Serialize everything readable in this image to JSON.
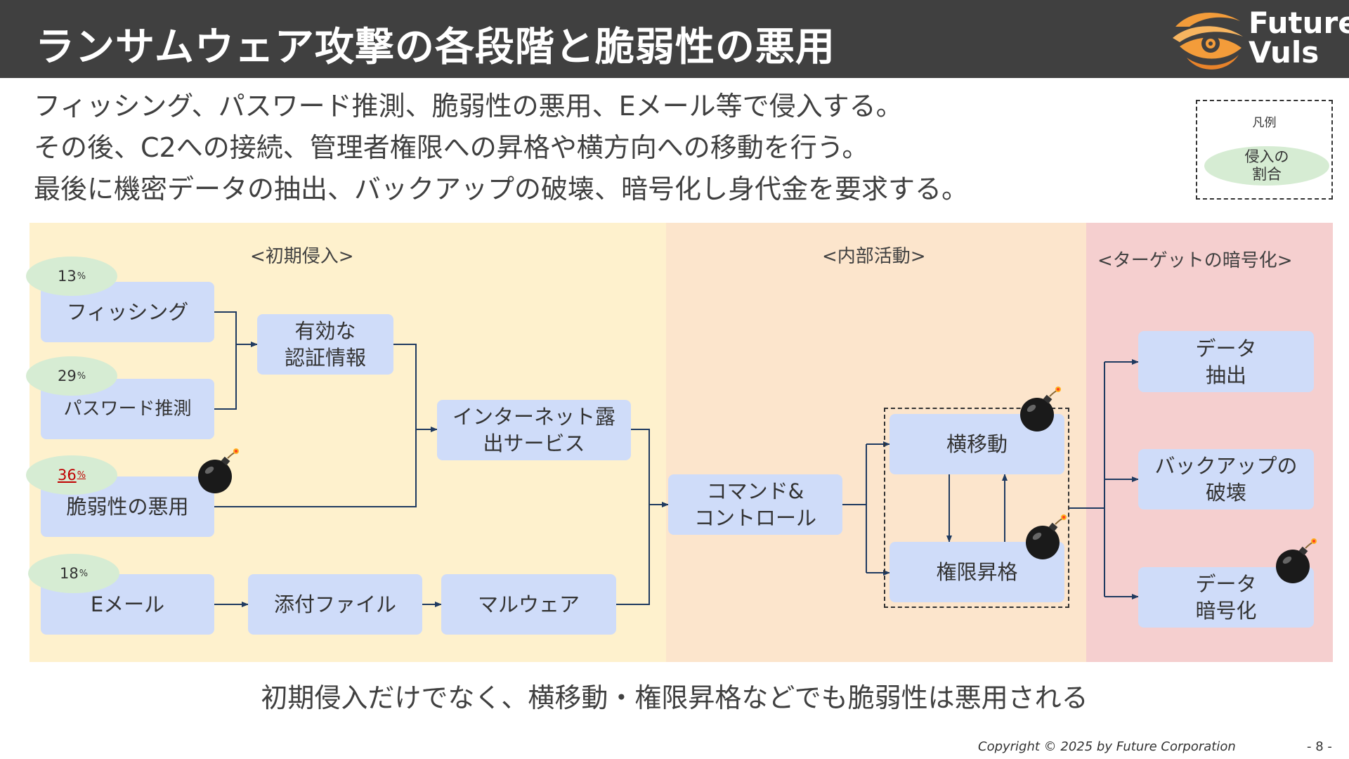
{
  "header": {
    "title": "ランサムウェア攻撃の各段階と脆弱性の悪用",
    "logo_line1": "Future",
    "logo_line2": "Vuls"
  },
  "intro": [
    "フィッシング、パスワード推測、脆弱性の悪用、Eメール等で侵入する。",
    "その後、C2への接続、管理者権限への昇格や横方向への移動を行う。",
    "最後に機密データの抽出、バックアップの破壊、暗号化し身代金を要求する。"
  ],
  "legend": {
    "title": "凡例",
    "label": "侵入の\n割合"
  },
  "sections": {
    "initial": "<初期侵入>",
    "internal": "<内部活動>",
    "target": "<ターゲットの暗号化>"
  },
  "nodes": {
    "phishing": "フィッシング",
    "password": "パスワード推測",
    "vuln": "脆弱性の悪用",
    "email": "Eメール",
    "credentials": "有効な\n認証情報",
    "internet": "インターネット露\n出サービス",
    "attachment": "添付ファイル",
    "malware": "マルウェア",
    "c2": "コマンド&\nコントロール",
    "lateral": "横移動",
    "privesc": "権限昇格",
    "exfil": "データ\n抽出",
    "backup": "バックアップの\n破壊",
    "encrypt": "データ\n暗号化"
  },
  "percentages": {
    "phishing": "13",
    "password": "29",
    "vuln": "36",
    "email": "18",
    "unit": "%"
  },
  "icons": {
    "bomb": "bomb-icon",
    "logo": "eye-logo-icon"
  },
  "colors": {
    "title_bar": "#404040",
    "node": "#cfdcf9",
    "percent_ellipse": "#d6ecd3",
    "zone_initial": "#fef1cd",
    "zone_internal": "#fce5cc",
    "zone_target": "#f5cfcf",
    "connector": "#1f3a60",
    "highlight": "#c00000"
  },
  "footer": {
    "note": "初期侵入だけでなく、横移動・権限昇格などでも脆弱性は悪用される",
    "copyright": "Copyright © 2025 by Future  Corporation",
    "page": "- 8 -"
  }
}
